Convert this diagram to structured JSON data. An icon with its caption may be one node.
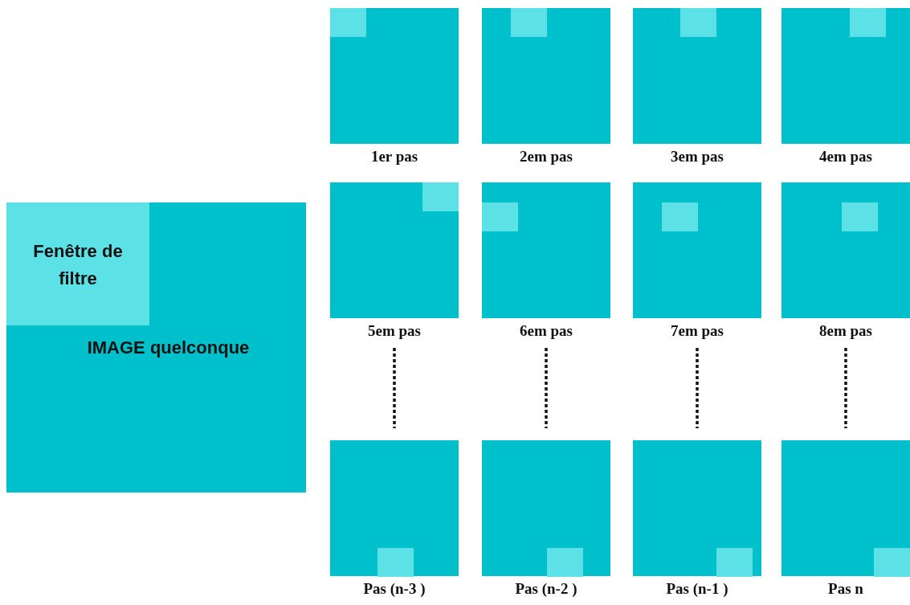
{
  "diagram": {
    "nodes": [
      {
        "text": [
          "IMAGE quelconque"
        ]
      },
      {
        "text": [
          "Fenêtre de filtre"
        ],
        "in": 0
      },
      {
        "text": [
          "1er pas"
        ]
      },
      {
        "text": [],
        "shape": "box",
        "in": 2
      },
      {
        "text": [
          "2em pas"
        ]
      },
      {
        "text": [],
        "shape": "box",
        "in": 4
      },
      {
        "text": [
          "3em pas"
        ]
      },
      {
        "text": [],
        "shape": "box",
        "in": 6
      },
      {
        "text": [
          "4em pas"
        ]
      },
      {
        "text": [],
        "shape": "box",
        "in": 8
      },
      {
        "text": [
          "5em pas"
        ]
      },
      {
        "text": [],
        "shape": "box",
        "in": 10
      },
      {
        "text": [
          "6em pas"
        ]
      },
      {
        "text": [],
        "shape": "box",
        "in": 12
      },
      {
        "text": [
          "7em pas"
        ]
      },
      {
        "text": [],
        "shape": "box",
        "in": 14
      },
      {
        "text": [
          "8em pas"
        ]
      },
      {
        "text": [],
        "shape": "box",
        "in": 16
      },
      {
        "text": [
          "Pas (n-3 )"
        ]
      },
      {
        "text": [],
        "shape": "box",
        "in": 18
      },
      {
        "text": [
          "Pas (n-2 )"
        ]
      },
      {
        "text": [],
        "shape": "box",
        "in": 20
      },
      {
        "text": [
          "Pas (n-1 )"
        ]
      },
      {
        "text": [],
        "shape": "box",
        "in": 22
      },
      {
        "text": [
          "Pas n"
        ]
      },
      {
        "text": [],
        "shape": "box",
        "in": 24
      }
    ]
  }
}
